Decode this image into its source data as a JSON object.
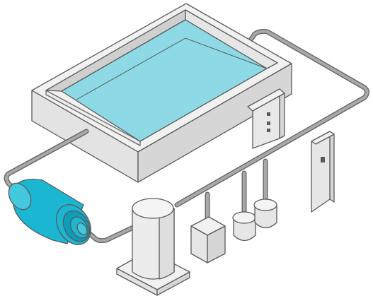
{
  "colors": {
    "background": "#ffffff",
    "outline": "#5a5a5a",
    "face_light": "#f1f1f1",
    "face_mid": "#e6e6e6",
    "face_dark": "#d6d6d6",
    "water": "#8ed9e6",
    "water_shadow": "#6ec9d8",
    "pipe": "#a9a9a9",
    "filter_body": "#1ab6d2",
    "filter_dark": "#0f9cb8",
    "filter_light": "#43c8e0"
  },
  "components": [
    {
      "id": "pool",
      "icon": "pool-basin-icon"
    },
    {
      "id": "control-panel",
      "icon": "control-box-icon"
    },
    {
      "id": "sensor-rod",
      "icon": "sensor-rod-icon"
    },
    {
      "id": "filter",
      "icon": "cartridge-filter-icon"
    },
    {
      "id": "pump",
      "icon": "pump-tank-icon"
    },
    {
      "id": "dosing-box",
      "icon": "dosing-box-icon"
    },
    {
      "id": "chemical-tank-left",
      "icon": "chemical-tank-icon"
    },
    {
      "id": "chemical-tank-right",
      "icon": "chemical-tank-icon"
    }
  ]
}
